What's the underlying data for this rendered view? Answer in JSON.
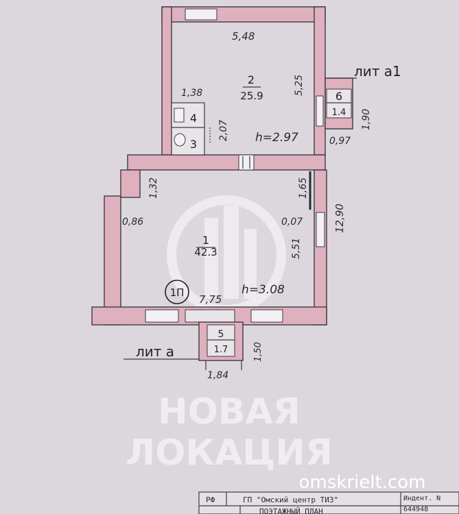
{
  "plan": {
    "labels": {
      "lit_a1": "лит а1",
      "lit_a": "лит а",
      "entrance": "1П"
    },
    "rooms": [
      {
        "id": "2",
        "area": "25.9"
      },
      {
        "id": "1",
        "area": "42.3"
      },
      {
        "id": "3",
        "area": ""
      },
      {
        "id": "4",
        "area": ""
      },
      {
        "id": "5",
        "area": "1.7"
      },
      {
        "id": "6",
        "area": "1.4"
      }
    ],
    "heights": {
      "upper": "h=2.97",
      "lower": "h=3.08"
    },
    "dimensions": {
      "d548": "5,48",
      "d525": "5,25",
      "d138": "1,38",
      "d207": "2,07",
      "d190": "1,90",
      "d097": "0,97",
      "d132": "1,32",
      "d165": "1,65",
      "d1290": "12,90",
      "d086": "0,86",
      "d007": "0,07",
      "d551": "5,51",
      "d775": "7,75",
      "d150": "1,50",
      "d184": "1,84"
    }
  },
  "watermark": {
    "line1": "НОВАЯ",
    "line2": "ЛОКАЦИЯ",
    "site": "omskrielt.com"
  },
  "stamp": {
    "cell1": "РФ",
    "cell2": "ГП \"Омский центр ТИЗ\"",
    "cell3": "Индент. N",
    "number": "644948",
    "title": "ПОЭТАЖНЫЙ ПЛАН"
  }
}
